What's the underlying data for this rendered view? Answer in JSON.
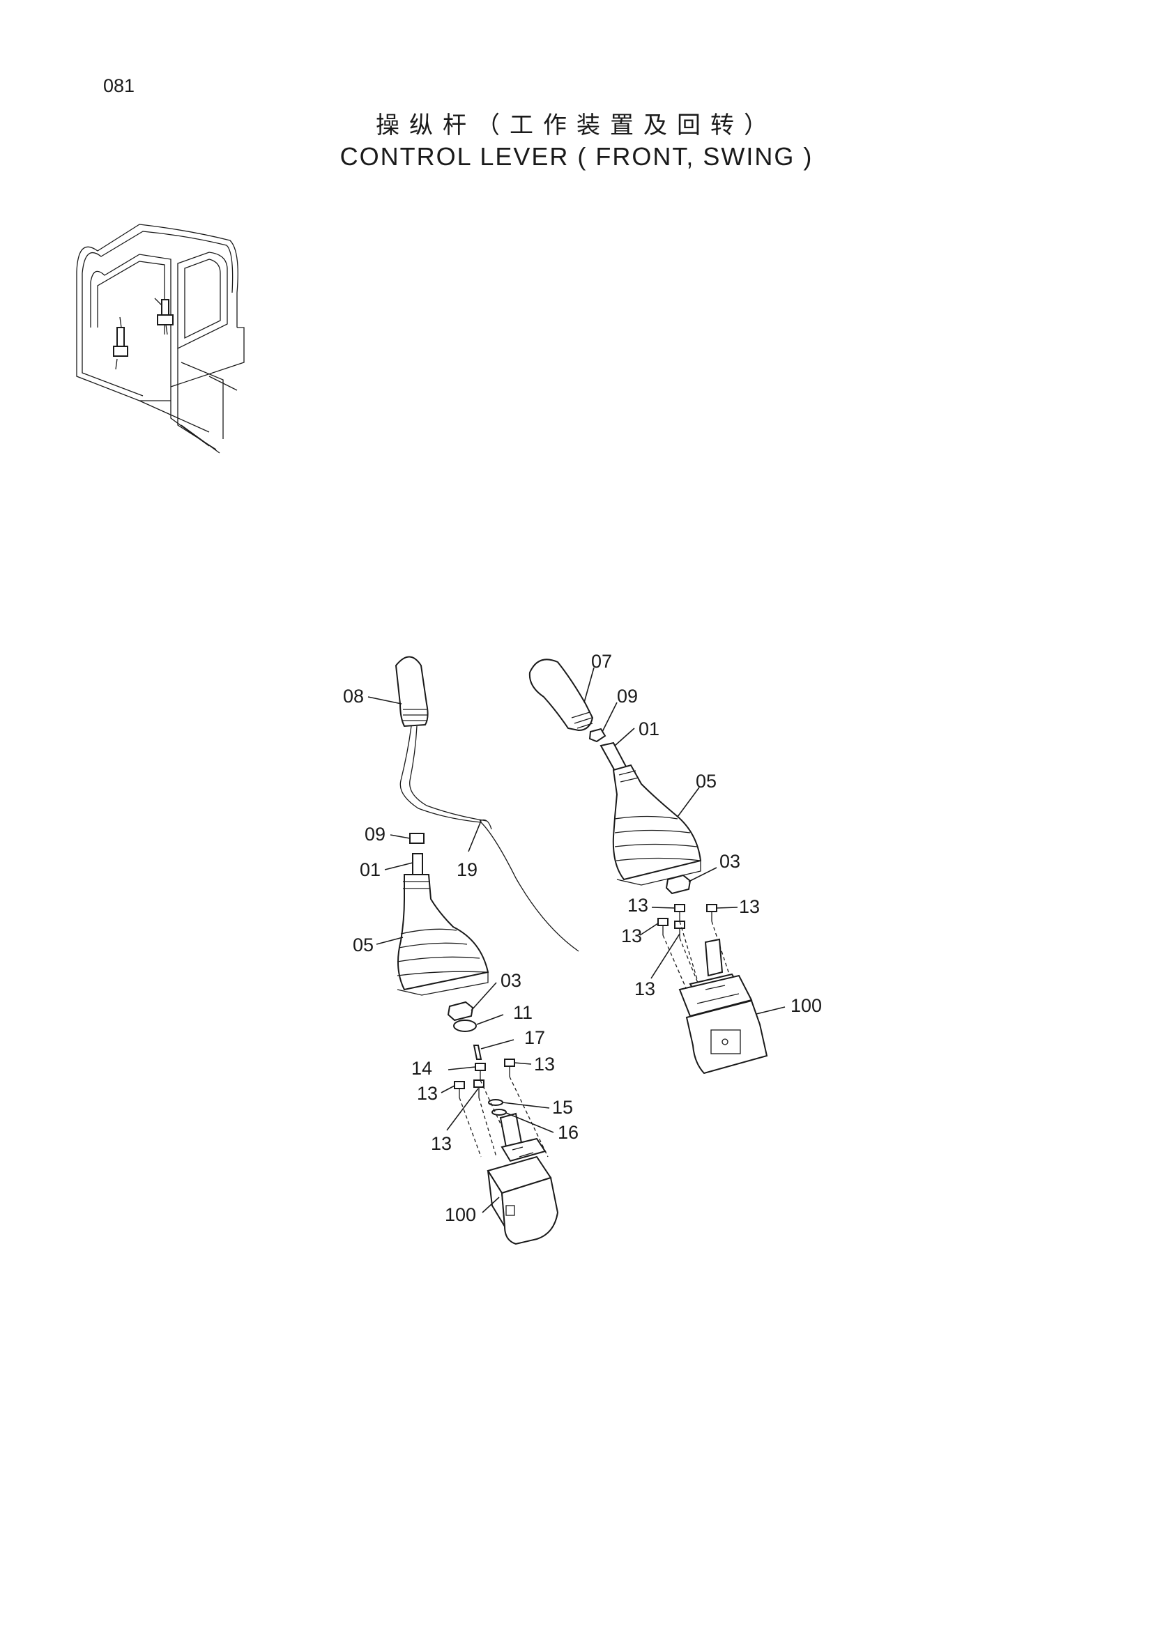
{
  "page_number": "081",
  "title_cn": "操纵杆（工作装置及回转）",
  "title_en": "CONTROL LEVER ( FRONT, SWING )",
  "labels": {
    "l08": "08",
    "l09": "09",
    "l01": "01",
    "l19": "19",
    "l05": "05",
    "l03": "03",
    "l11": "11",
    "l17": "17",
    "l14": "14",
    "l13a": "13",
    "l13b": "13",
    "l13c": "13",
    "l15": "15",
    "l16": "16",
    "l100": "100",
    "r07": "07",
    "r09": "09",
    "r01": "01",
    "r05": "05",
    "r03": "03",
    "r13a": "13",
    "r13b": "13",
    "r13c": "13",
    "r13d": "13",
    "r100": "100"
  }
}
